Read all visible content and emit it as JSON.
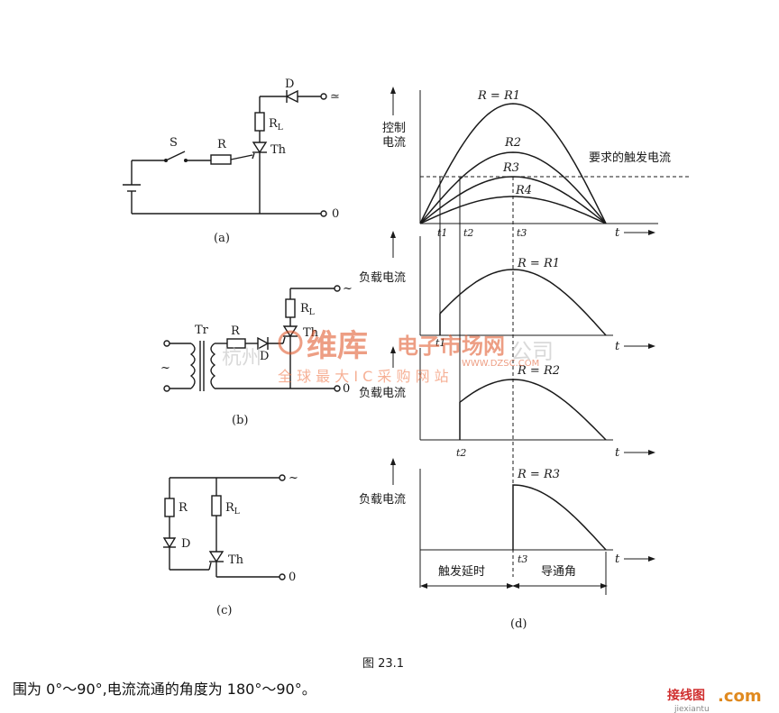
{
  "figure": {
    "fig_label": "图 23.1",
    "sub_a": "(a)",
    "sub_b": "(b)",
    "sub_c": "(c)",
    "sub_d": "(d)",
    "circuit_a": {
      "switch": "S",
      "resistor": "R",
      "load": "R",
      "load_sub": "L",
      "thyristor": "Th",
      "diode": "D",
      "ac": "≃",
      "zero": "0"
    },
    "circuit_b": {
      "transformer": "Tr",
      "resistor": "R",
      "diode": "D",
      "load": "R",
      "load_sub": "L",
      "thyristor": "Th",
      "ac": "~",
      "source_ac": "~",
      "zero": "0"
    },
    "circuit_c": {
      "resistor": "R",
      "diode": "D",
      "load": "R",
      "load_sub": "L",
      "thyristor": "Th",
      "ac": "~",
      "zero": "0"
    },
    "plot1": {
      "ylabel_line1": "控制",
      "ylabel_line2": "电流",
      "curve_labels": [
        "R = R1",
        "R2",
        "R3",
        "R4"
      ],
      "threshold_label": "要求的触发电流",
      "t_labels": [
        "t1",
        "t2",
        "t3"
      ],
      "axis_t": "t"
    },
    "plot2": {
      "ylabel": "负载电流",
      "curve_label": "R = R1",
      "t_label": "t1",
      "axis_t": "t"
    },
    "plot3": {
      "ylabel": "负载电流",
      "curve_label": "R = R2",
      "t_label": "t2",
      "axis_t": "t"
    },
    "plot4": {
      "ylabel": "负载电流",
      "curve_label": "R = R3",
      "t_label": "t3",
      "axis_t": "t",
      "delay_label": "触发延时",
      "conduction_label": "导通角"
    }
  },
  "watermark": {
    "logo_text": "维库",
    "brand_text": "电子市场网",
    "url_text": "WWW.DZSC.COM",
    "slogan": "全 球 最 大 I C 采 购 网 站",
    "company_left": "杭州",
    "company_right": "公司",
    "corner": "接线图",
    "corner_dom": ".com",
    "corner_url": "jiexiantu"
  },
  "caption": "围为 0°～90°,电流流通的角度为 180°～90°。"
}
